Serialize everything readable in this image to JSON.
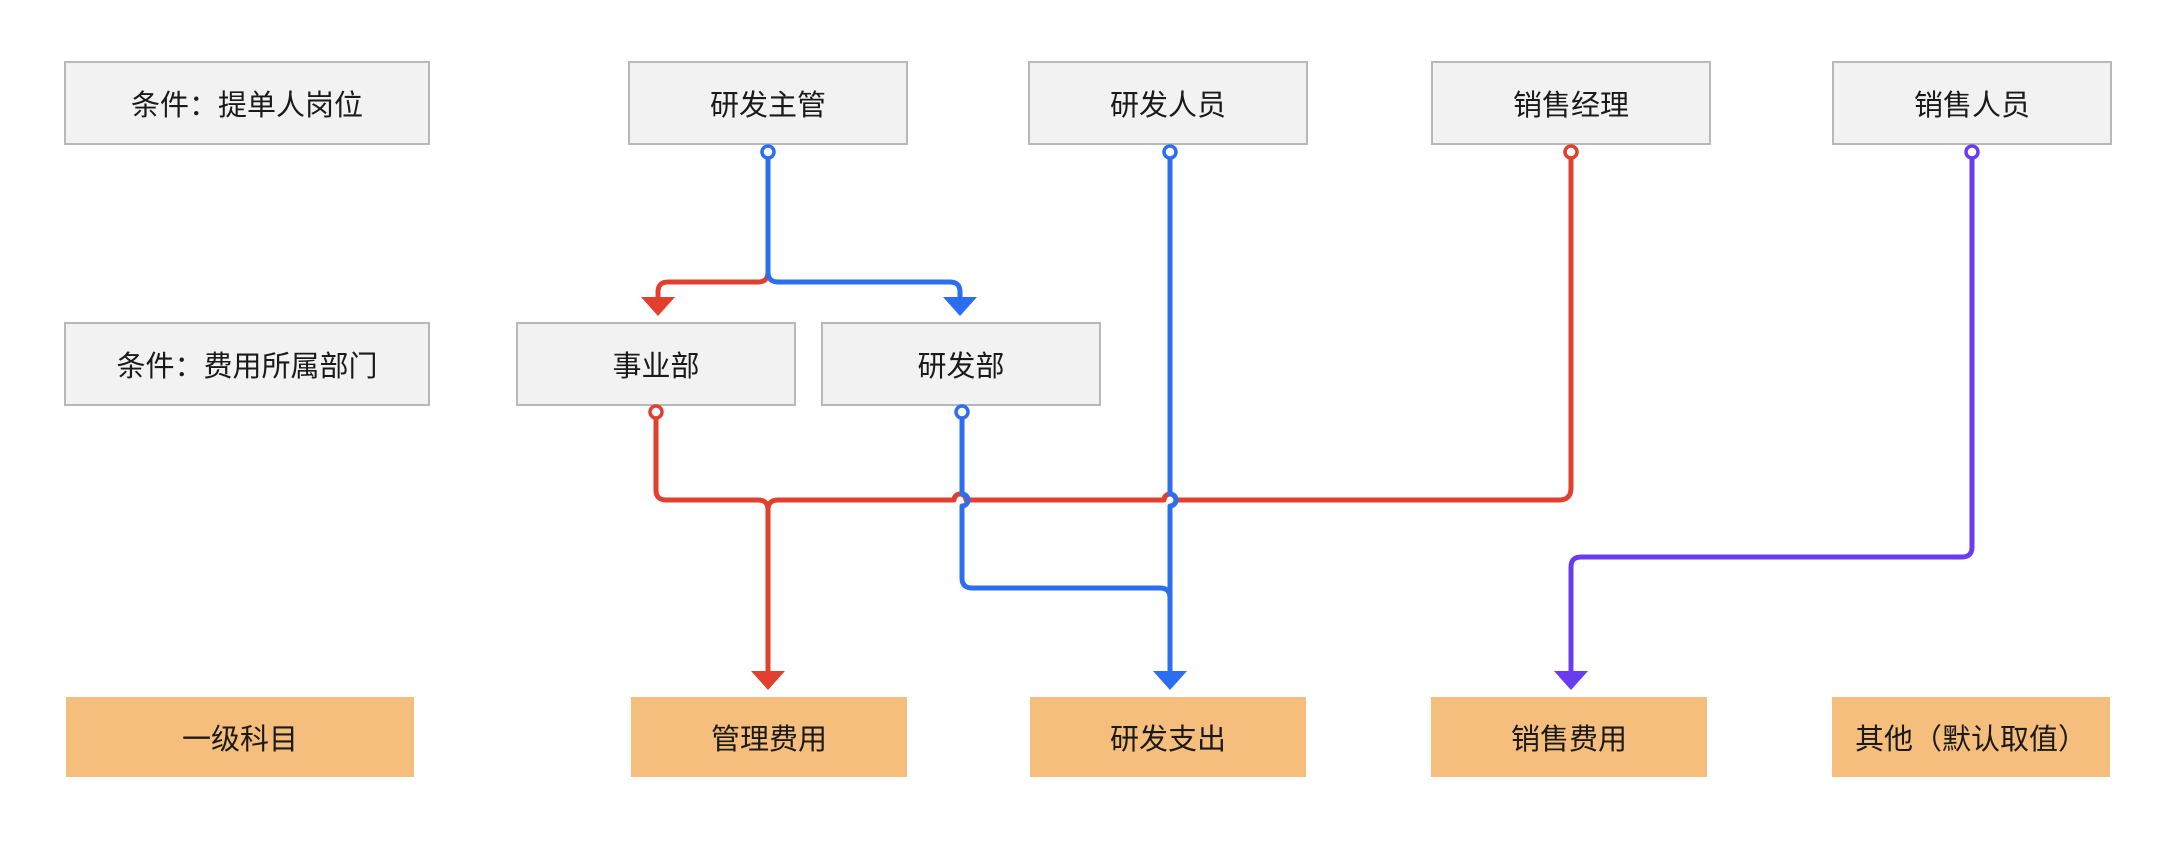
{
  "row_labels": {
    "position": "条件：提单人岗位",
    "department": "条件：费用所属部门",
    "subject": "一级科目"
  },
  "positions": [
    "研发主管",
    "研发人员",
    "销售经理",
    "销售人员"
  ],
  "departments": [
    "事业部",
    "研发部"
  ],
  "subjects": [
    "管理费用",
    "研发支出",
    "销售费用",
    "其他（默认取值）"
  ],
  "colors": {
    "red": "#e0402d",
    "blue": "#2b6ef0",
    "purple": "#6a3cf0",
    "condition_fill": "#f2f2f2",
    "condition_border": "#b8b8b8",
    "subject_fill": "#f6be7c"
  }
}
